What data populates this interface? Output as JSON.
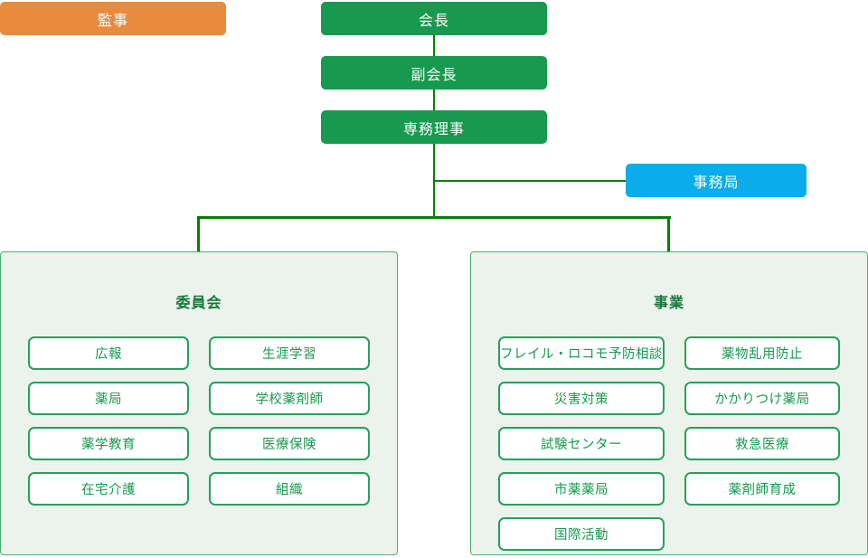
{
  "colors": {
    "orange": "#e98b3d",
    "green": "#179a4f",
    "blue": "#0aade9",
    "line": "#038003",
    "panel_bg": "#ebf3ec",
    "panel_border": "#4fae74",
    "item_border": "#27a05c",
    "item_text": "#169a4e",
    "title_text": "#157a3d"
  },
  "nodes": {
    "auditor": "監事",
    "president": "会長",
    "vice_president": "副会長",
    "executive_director": "専務理事",
    "secretariat": "事務局"
  },
  "committees_panel": {
    "title": "委員会",
    "items": [
      "広報",
      "生涯学習",
      "薬局",
      "学校薬剤師",
      "薬学教育",
      "医療保険",
      "在宅介護",
      "組織"
    ]
  },
  "projects_panel": {
    "title": "事業",
    "items": [
      "フレイル・ロコモ予防相談",
      "薬物乱用防止",
      "災害対策",
      "かかりつけ薬局",
      "試験センター",
      "救急医療",
      "市薬薬局",
      "薬剤師育成",
      "国際活動"
    ]
  }
}
